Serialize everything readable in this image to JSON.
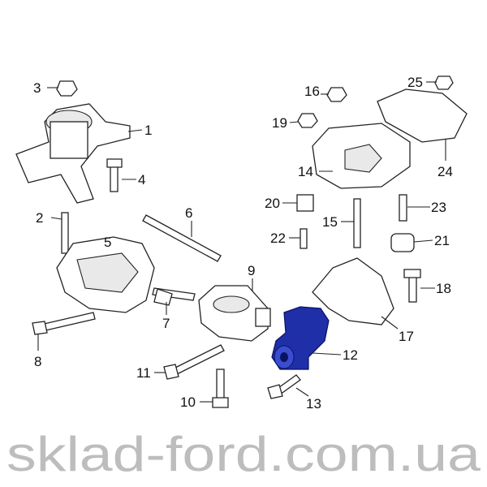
{
  "watermark": "sklad-ford.com.ua",
  "highlight_color": "#1f2fa8",
  "callouts": [
    "1",
    "2",
    "3",
    "4",
    "5",
    "6",
    "7",
    "8",
    "9",
    "10",
    "11",
    "12",
    "13",
    "14",
    "15",
    "16",
    "17",
    "18",
    "19",
    "20",
    "21",
    "22",
    "23",
    "24",
    "25"
  ]
}
